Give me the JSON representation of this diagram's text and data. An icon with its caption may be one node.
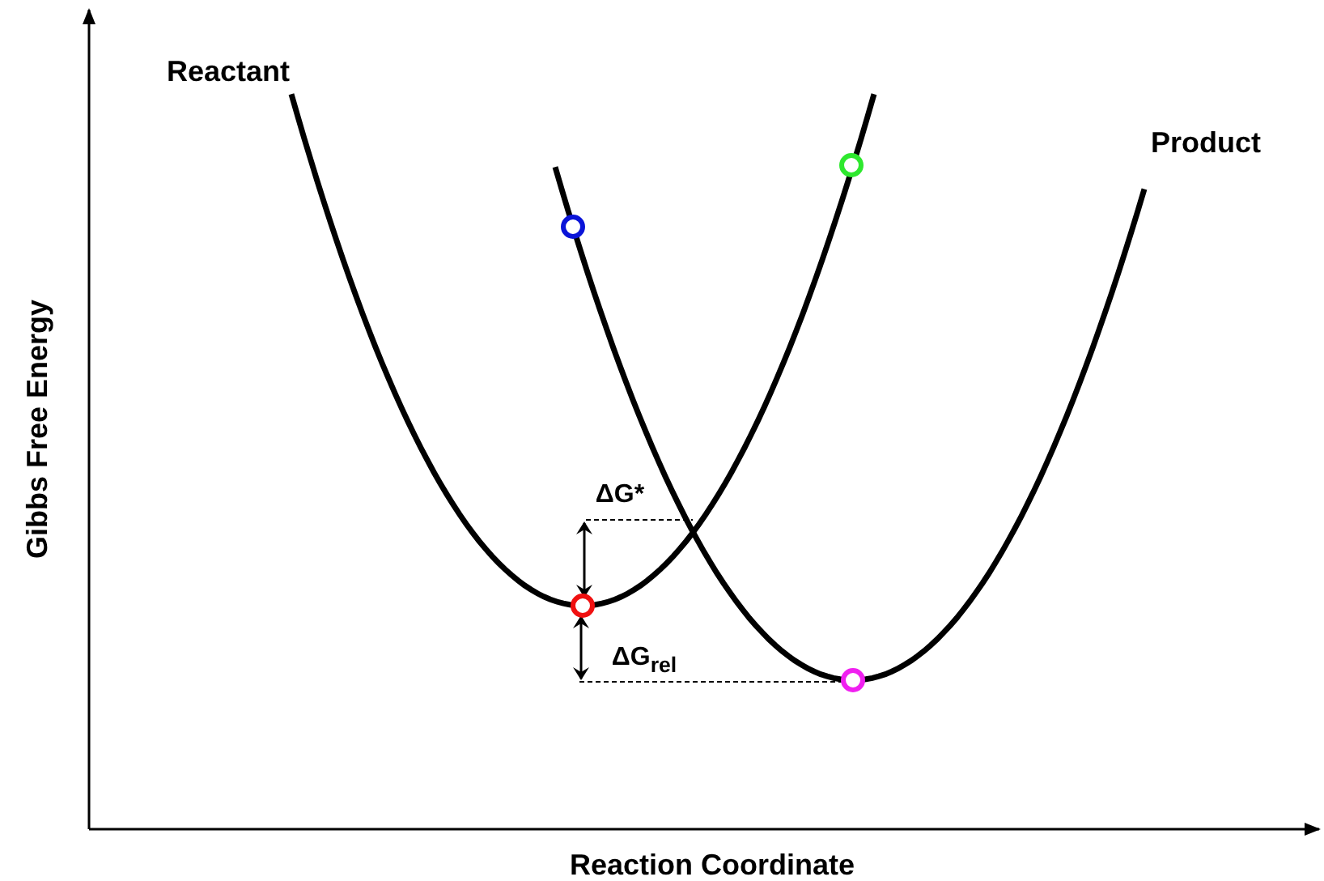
{
  "diagram": {
    "labels": [
      "Reactant",
      "Product",
      "ΔG*",
      "ΔG$_{rel}$",
      "Gibbs Free Energy",
      "Reaction Coordinate"
    ]
  }
}
